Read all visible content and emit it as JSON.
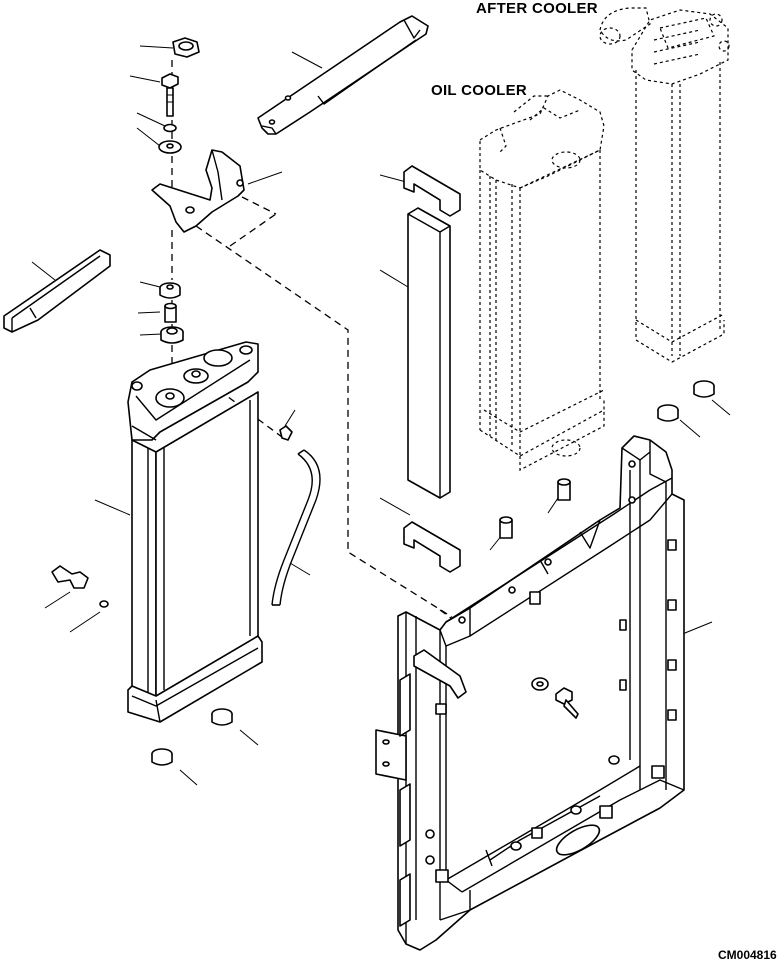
{
  "labels": {
    "after_cooler": "AFTER COOLER",
    "oil_cooler": "OIL COOLER",
    "drawing_code": "CM004816"
  },
  "colors": {
    "line": "#000000",
    "background": "#ffffff"
  }
}
